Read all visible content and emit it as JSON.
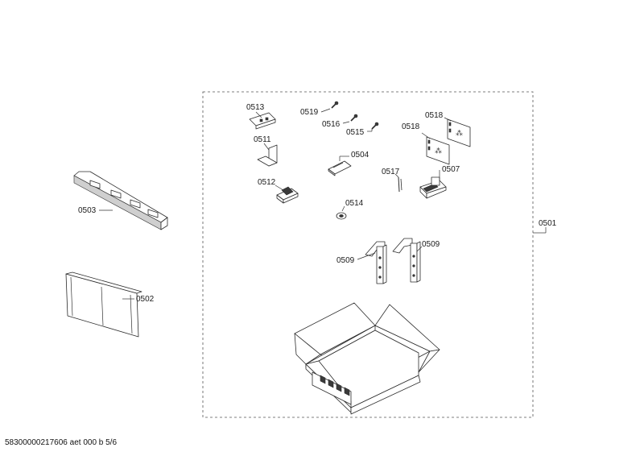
{
  "labels": {
    "p0501": "0501",
    "p0502": "0502",
    "p0503": "0503",
    "p0504": "0504",
    "p0507": "0507",
    "p0509a": "0509",
    "p0509b": "0509",
    "p0511": "0511",
    "p0512": "0512",
    "p0513": "0513",
    "p0514": "0514",
    "p0515": "0515",
    "p0516": "0516",
    "p0517": "0517",
    "p0518a": "0518",
    "p0518b": "0518",
    "p0519": "0519"
  },
  "footer": "58300000217606 aet 000 b 5/6"
}
